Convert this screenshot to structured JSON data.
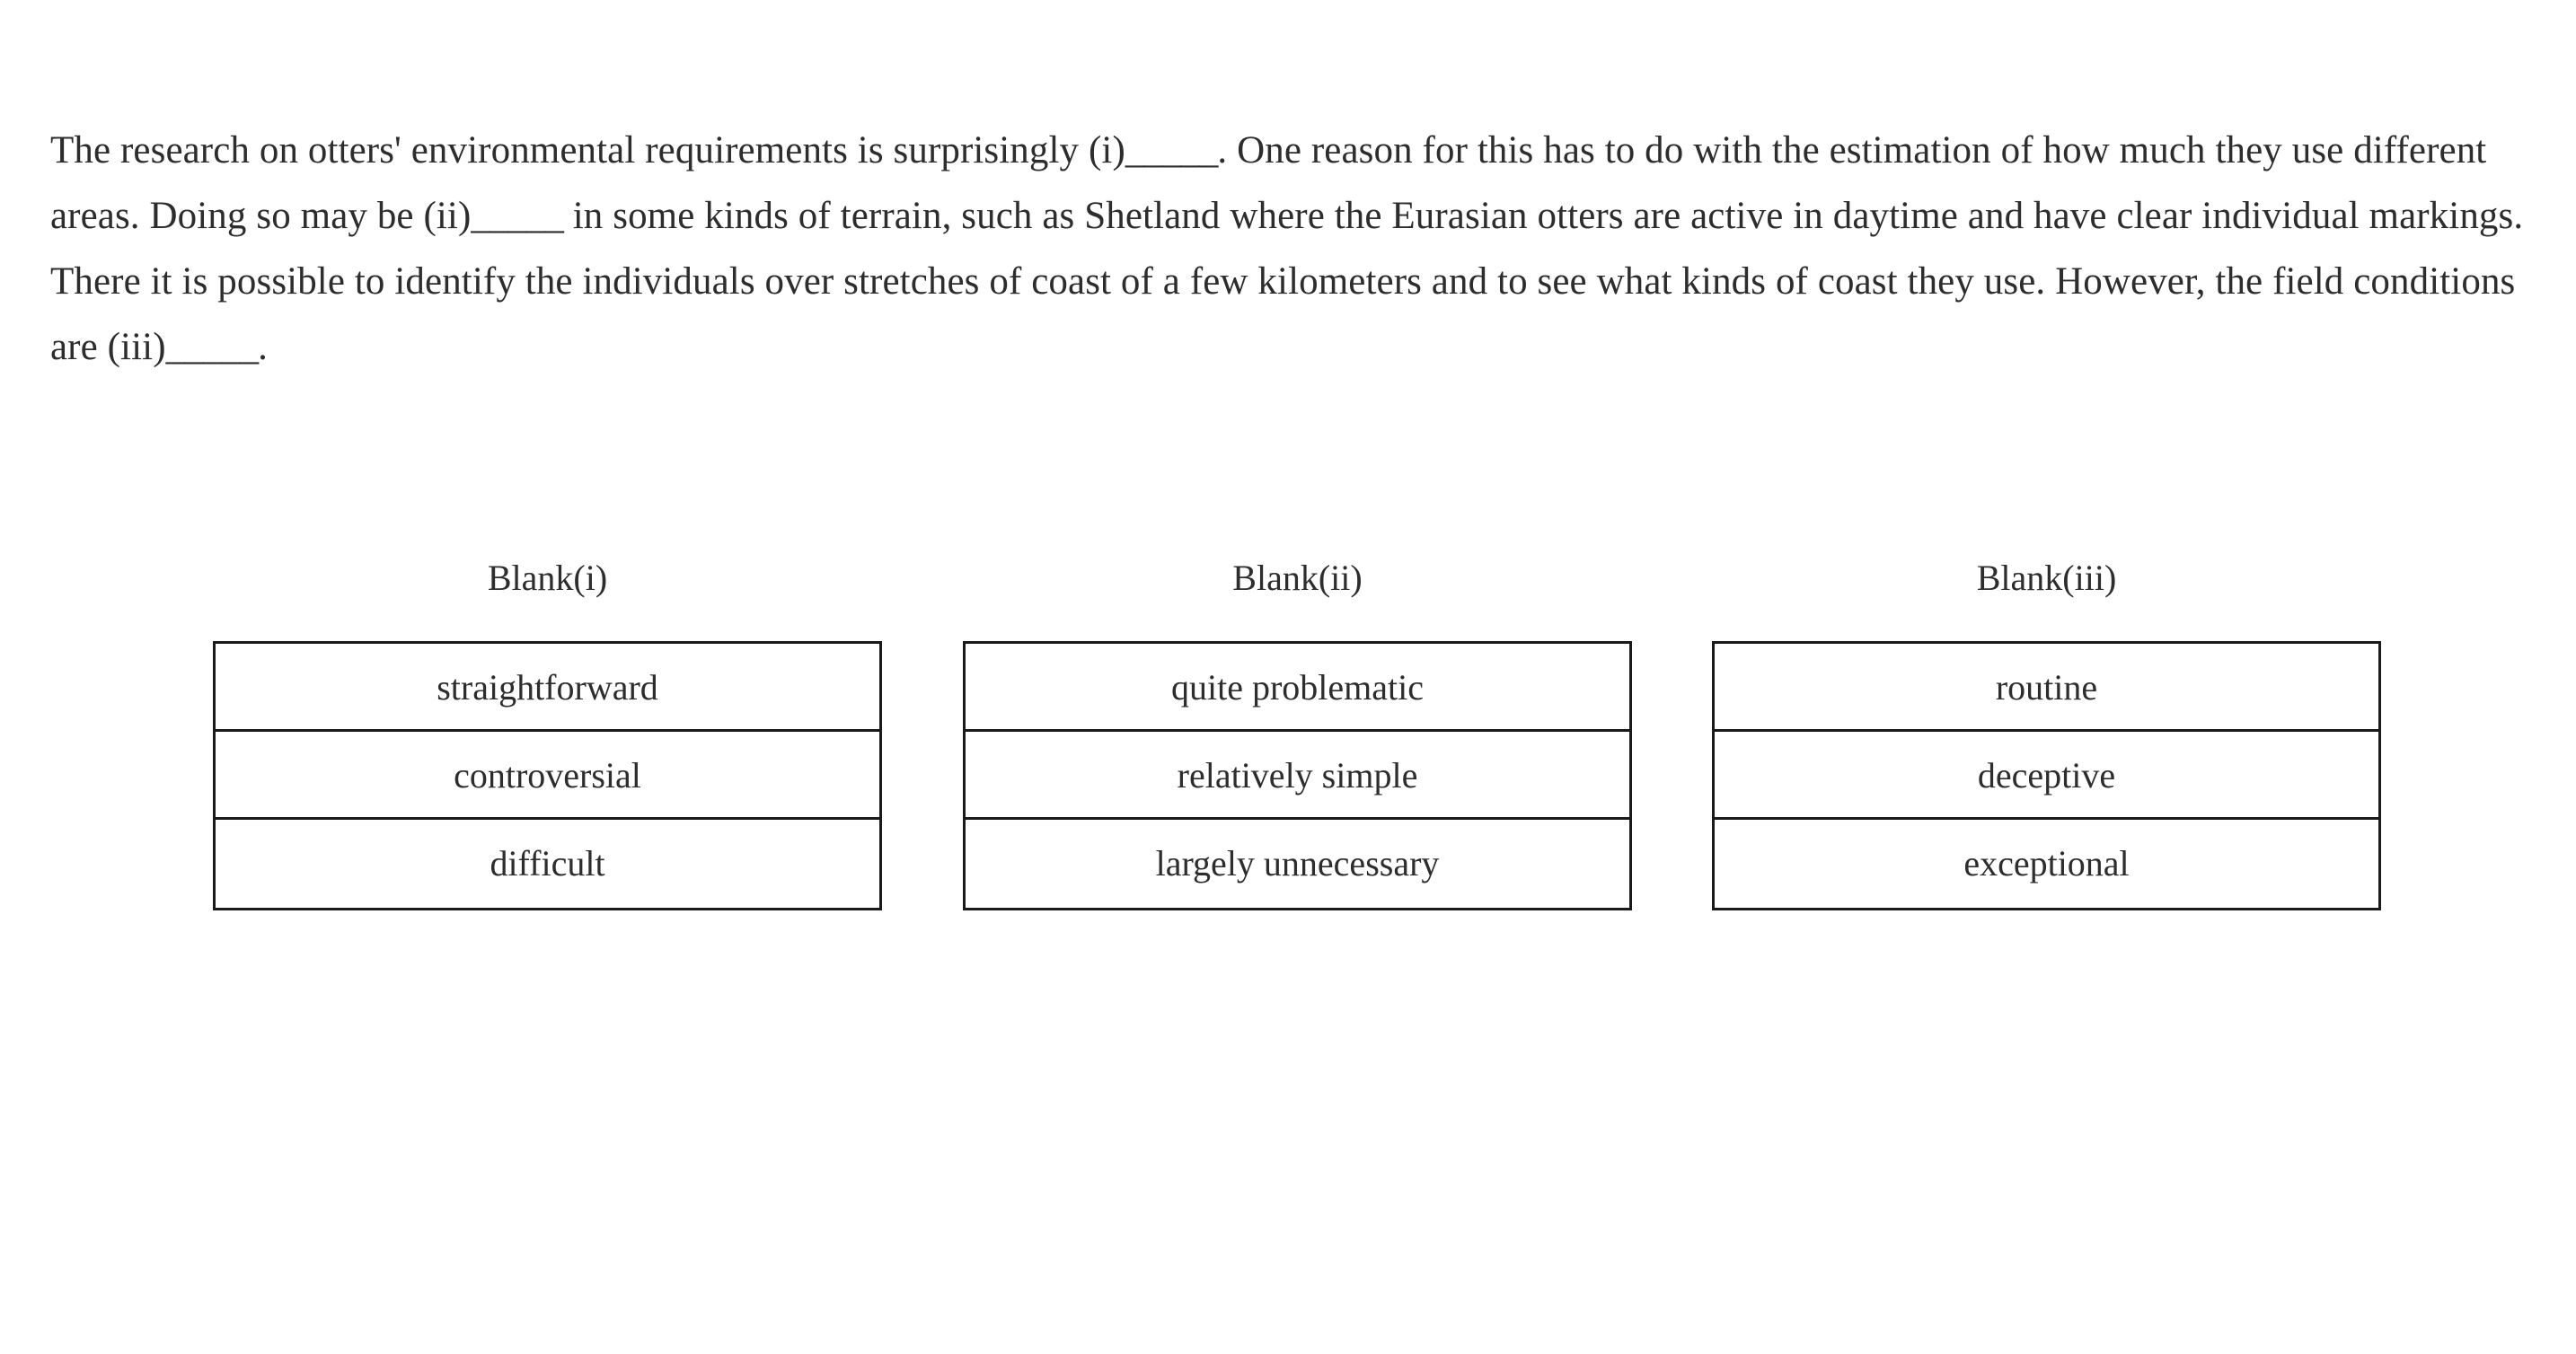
{
  "passage": {
    "segments": [
      {
        "type": "text",
        "value": "The research on otters' environmental requirements is surprisingly (i)"
      },
      {
        "type": "blank",
        "value": "_____"
      },
      {
        "type": "text",
        "value": ". One reason for this has to do with the estimation of how much they use different areas. Doing so may be (ii)"
      },
      {
        "type": "blank",
        "value": "_____"
      },
      {
        "type": "text",
        "value": " in some kinds of terrain, such as Shetland where the Eurasian otters are active in daytime and have clear individual markings. There it is possible to identify the individuals over stretches of coast of a few kilometers and to see what kinds of coast they use. However, the field conditions are (iii)"
      },
      {
        "type": "blank",
        "value": "_____"
      },
      {
        "type": "text",
        "value": "."
      }
    ],
    "full_text": "The research on otters' environmental requirements is surprisingly (i)_____. One reason for this has to do with the estimation of how much they use different areas. Doing so may be (ii)_____ in some kinds of terrain, such as Shetland where the Eurasian otters are active in daytime and have clear individual markings. There it is possible to identify the individuals over stretches of coast of a few kilometers and to see what kinds of coast they use. However, the field conditions are (iii)_____."
  },
  "answer_columns": [
    {
      "header": "Blank(i)",
      "options": [
        "straightforward",
        "controversial",
        "difficult"
      ]
    },
    {
      "header": "Blank(ii)",
      "options": [
        "quite problematic",
        "relatively simple",
        "largely unnecessary"
      ]
    },
    {
      "header": "Blank(iii)",
      "options": [
        "routine",
        "deceptive",
        "exceptional"
      ]
    }
  ],
  "colors": {
    "background": "#ffffff",
    "text": "#2d2d2d",
    "border": "#1a1a1a"
  }
}
